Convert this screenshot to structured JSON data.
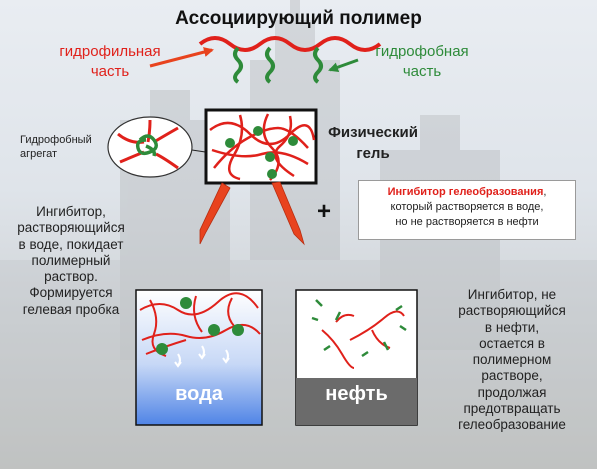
{
  "title": "Ассоциирующий полимер",
  "polymer": {
    "hydrophilic_label": [
      "гидрофильная",
      "часть"
    ],
    "hydrophobic_label": [
      "гидрофобная",
      "часть"
    ]
  },
  "physical_gel": {
    "label": [
      "Физический",
      "гель"
    ],
    "aggregate_label": [
      "Гидрофобный",
      "агрегат"
    ]
  },
  "plus_sign": "+",
  "inhibitor_box": {
    "highlight": "Ингибитор гелеобразования",
    "rest_line1": ",",
    "line2": "который растворяется в воде,",
    "line3": "но не растворяется в нефти"
  },
  "water_case": {
    "description": [
      "Ингибитор,",
      "растворяющийся",
      "в воде, покидает",
      "полимерный",
      "раствор.",
      "Формируется",
      "гелевая пробка"
    ],
    "phase_label": "вода"
  },
  "oil_case": {
    "description": [
      "Ингибитор, не",
      "растворяющийся",
      "в нефти,",
      "остается в",
      "полимерном",
      "растворе,",
      "продолжая",
      "предотвращать",
      "гелеобразование"
    ],
    "phase_label": "нефть"
  },
  "colors": {
    "polymer_red": "#e0211b",
    "hydrophobic_green": "#2e8b3a",
    "aggregate_node": "#2e8b3a",
    "water_top": "#ffffff",
    "water_bottom": "#5b8ce8",
    "oil_gray": "#6b6b6b"
  }
}
